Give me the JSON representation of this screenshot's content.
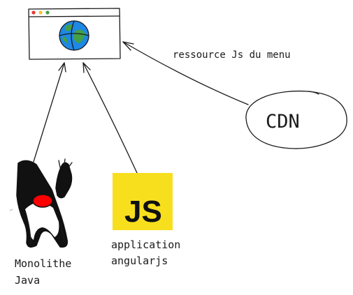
{
  "nodes": {
    "cdn_label": "CDN",
    "js_badge_text": "JS",
    "js_app_label_line1": "application",
    "js_app_label_line2": "angularjs",
    "monolith_label_line1": "Monolithe",
    "monolith_label_line2": "Java"
  },
  "edges": {
    "cdn_to_browser_label": "ressource Js du menu"
  },
  "icons": {
    "browser": "browser-window-icon",
    "globe": "globe-icon",
    "duke": "java-duke-mascot-icon",
    "js_logo": "javascript-logo-icon"
  },
  "colors": {
    "js_yellow": "#f7df1e",
    "duke_nose": "#ff0000",
    "globe_ocean": "#1e88e5",
    "globe_land": "#43a047",
    "window_close": "#e53935",
    "window_min": "#fbc02d",
    "window_max": "#43a047"
  }
}
